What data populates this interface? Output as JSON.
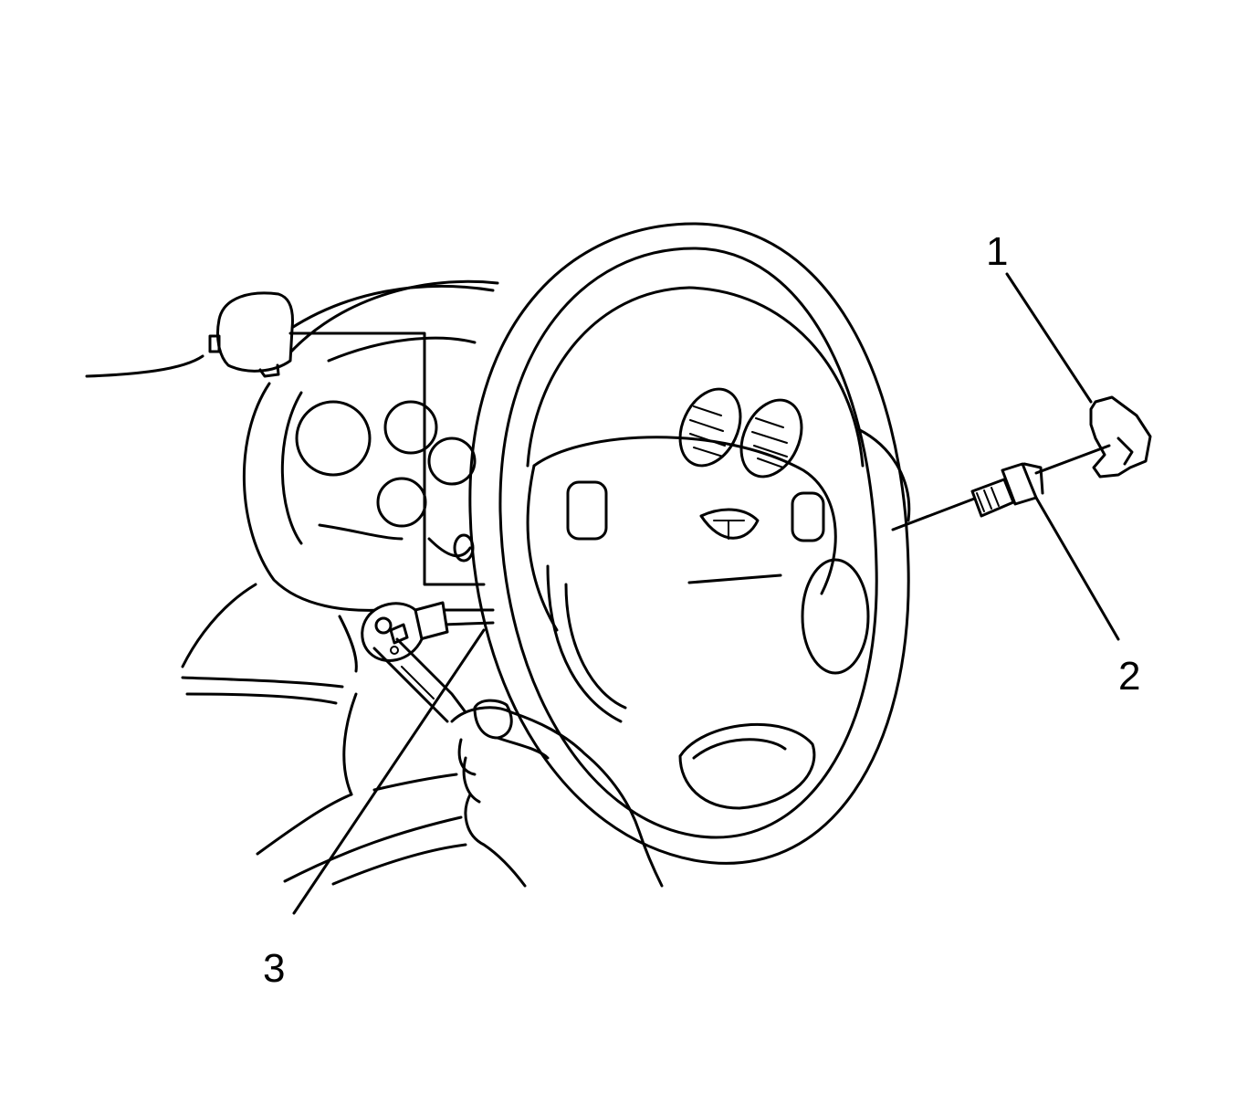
{
  "callouts": {
    "c1": {
      "label": "1"
    },
    "c2": {
      "label": "2"
    },
    "c3": {
      "label": "3"
    }
  },
  "colors": {
    "line": "#000000",
    "background": "#ffffff"
  }
}
